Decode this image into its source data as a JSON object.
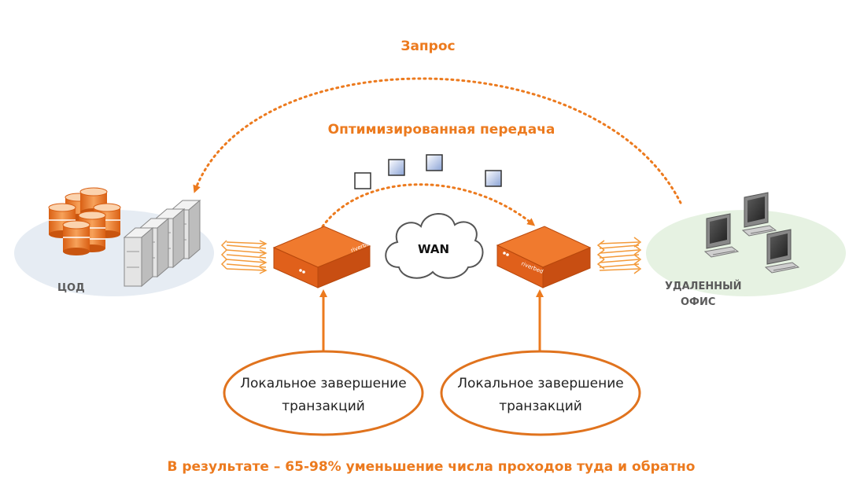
{
  "labels": {
    "request": "Запрос",
    "optimized_transfer": "Оптимизированная передача",
    "wan": "WAN",
    "datacenter": "ЦОД",
    "remote_office_line1": "УДАЛЕННЫЙ",
    "remote_office_line2": "ОФИС",
    "appliance_brand": "riverbed",
    "result": "В результате – 65-98% уменьшение числа проходов туда и обратно"
  },
  "local_termination": [
    {
      "line1": "Локальное завершение",
      "line2": "транзакций"
    },
    {
      "line1": "Локальное завершение",
      "line2": "транзакций"
    }
  ],
  "colors": {
    "accent": "#EC7A1E",
    "appliance": "#E8631C",
    "datacenter_bg": "#E6ECF3",
    "office_bg": "#E6F2E2",
    "text_gray": "#5A5A5A"
  },
  "icons": {
    "datacenter": [
      "database-stack-icon",
      "server-rack-icon"
    ],
    "remote_office": "desktop-computer-icon",
    "wan": "cloud-icon",
    "appliance": "wan-optimizer-appliance-icon"
  }
}
